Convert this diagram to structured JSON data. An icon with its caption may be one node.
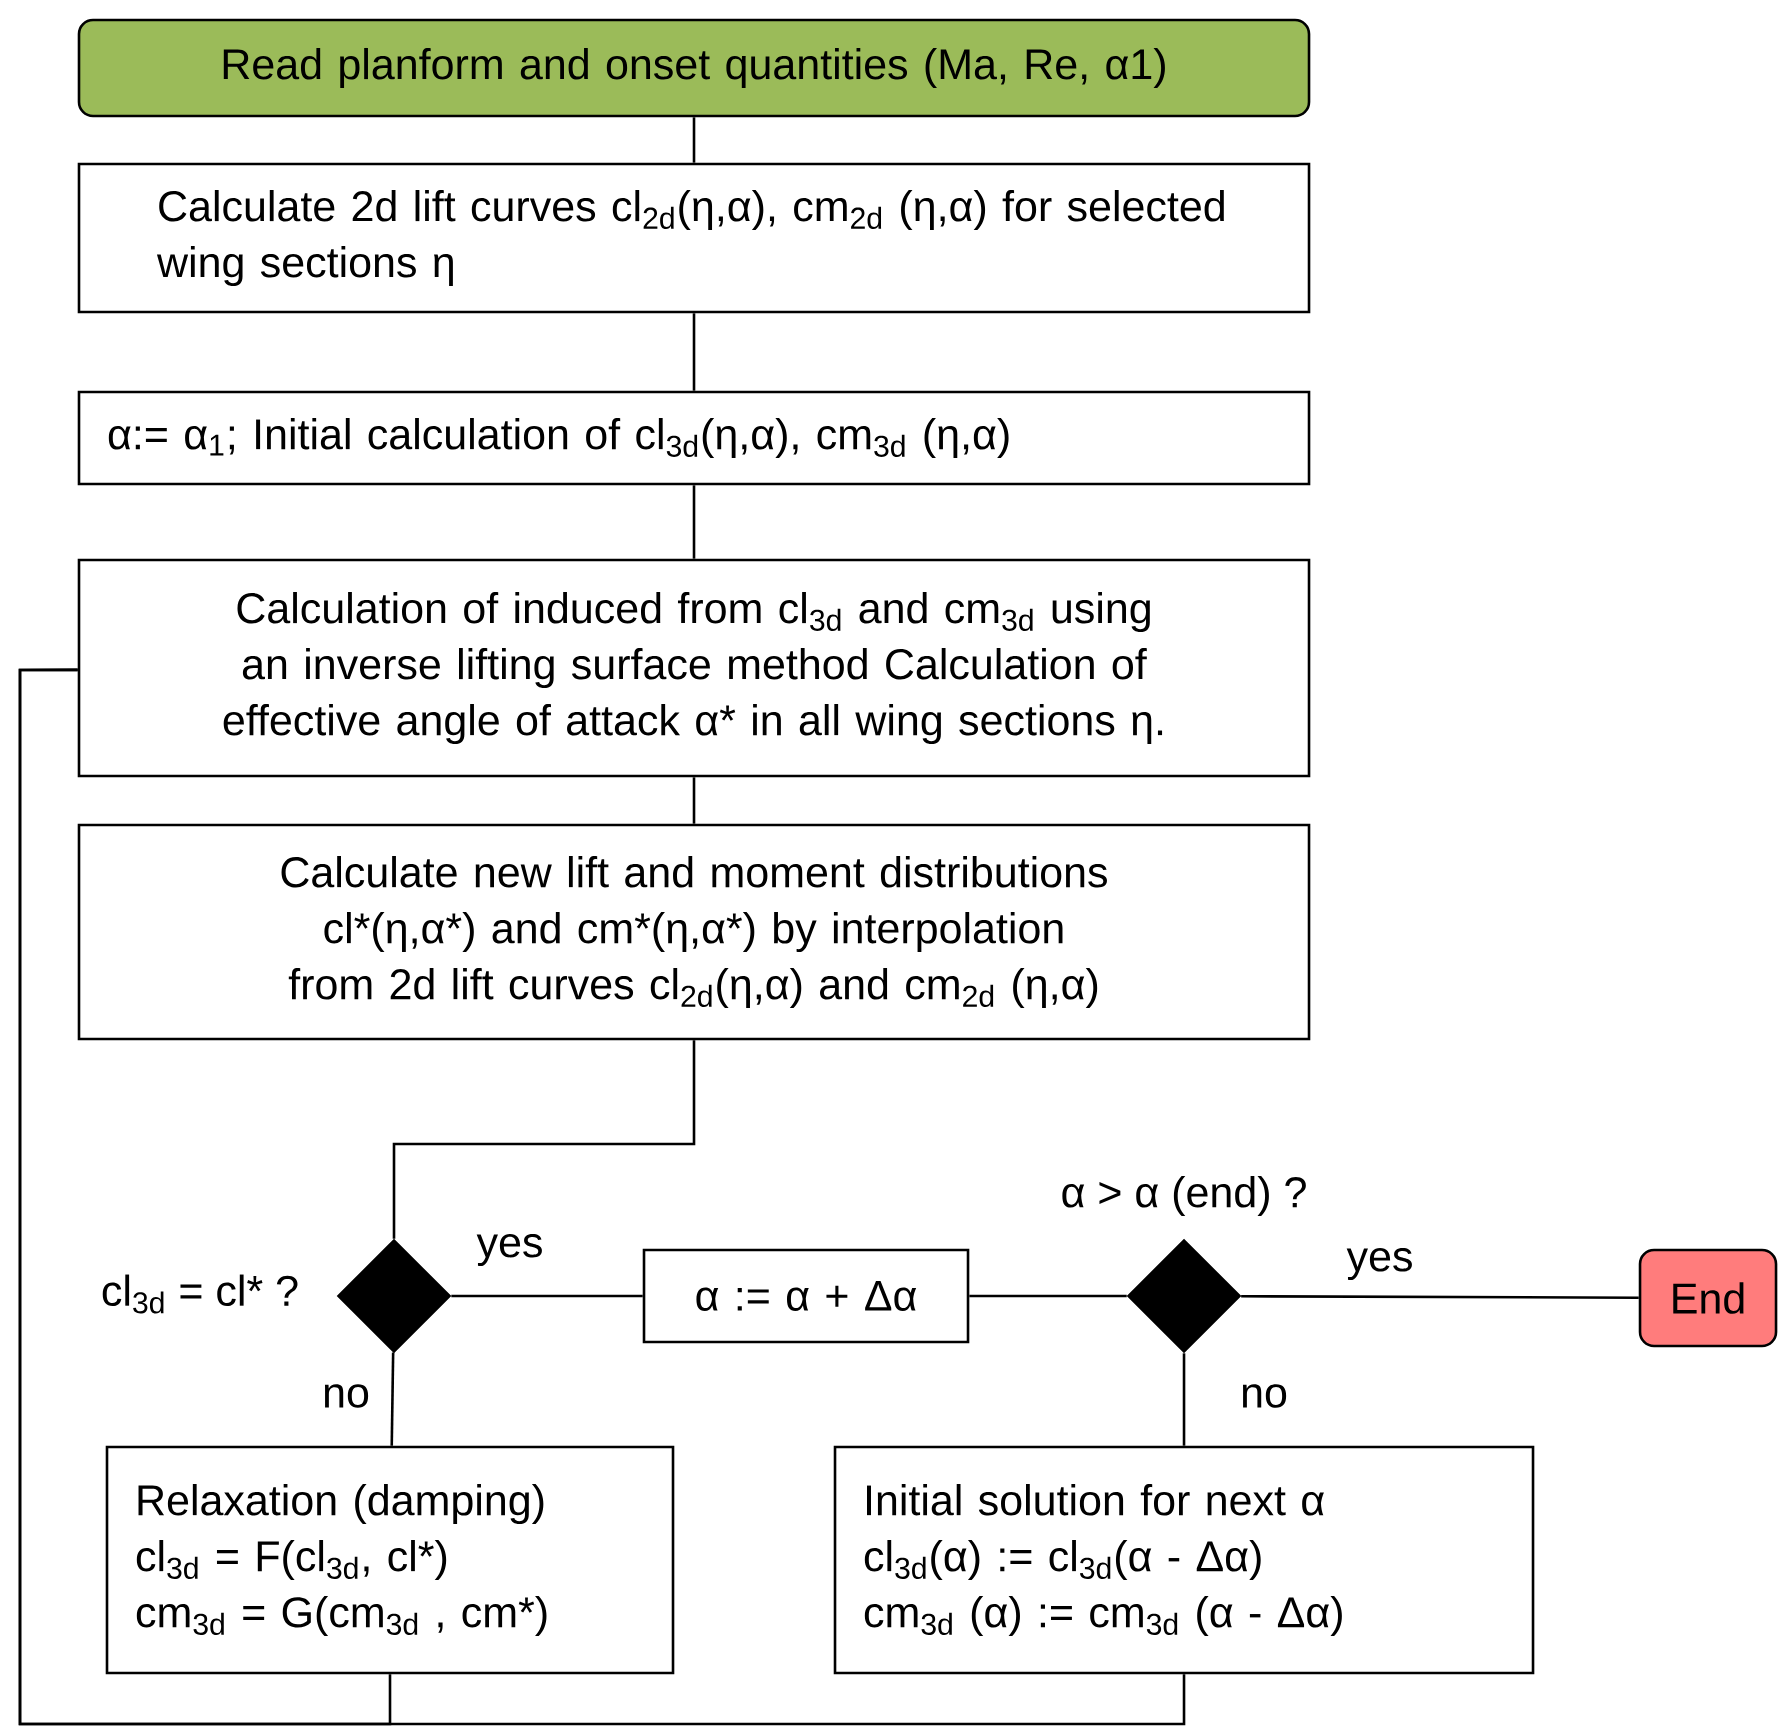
{
  "diagram": {
    "nodes": [
      {
        "text": [
          "Read planform and onset quantities (Ma, Re, α1)"
        ]
      },
      {
        "text": [
          "Calculate 2d lift curves cl$_{2d}$(η,α), cm$_{2d}$ (η,α) for selected wing sections η"
        ]
      },
      {
        "text": [
          "α:= α$_{1}$; Initial calculation of cl$_{3d}$(η,α), cm$_{3d}$ (η,α)"
        ]
      },
      {
        "text": [
          "Calculation of induced from cl$_{3d}$ and cm$_{3d}$ using an inverse lifting surface method Calculation of effective angle of attack α* in all wing sections η."
        ]
      },
      {
        "text": [
          "Calculate new lift and moment distributions cl*(η,α*) and cm*(η,α*) by interpolation from 2d lift curves cl$_{2d}$(η,α) and cm$_{2d}$ (η,α)"
        ]
      },
      {
        "text": [],
        "shape": "diamond",
        "beside": [
          "cl$_{3d}$ = cl* ?"
        ]
      },
      {
        "text": [
          "α := α + Δα"
        ]
      },
      {
        "text": [],
        "shape": "diamond",
        "beside": [
          "α > α (end) ?"
        ]
      },
      {
        "text": [
          "End"
        ]
      },
      {
        "text": [
          "Relaxation (damping)",
          "cl$_{3d}$ = F(cl$_{3d}$, cl*)",
          "cm$_{3d}$ = G(cm$_{3d}$ , cm*)"
        ]
      },
      {
        "text": [
          "Initial solution for next α",
          "cl$_{3d}$(α) := cl$_{3d}$(α - Δα)",
          "cm$_{3d}$ (α) := cm$_{3d}$ (α - Δα)"
        ]
      }
    ],
    "edges": [
      {
        "from": 0,
        "to": 1,
        "arrow": "none"
      },
      {
        "from": 1,
        "to": 2,
        "arrow": "none"
      },
      {
        "from": 2,
        "to": 3,
        "arrow": "none"
      },
      {
        "from": 3,
        "to": 4,
        "arrow": "none"
      },
      {
        "from": 4,
        "to": 5,
        "arrow": "none"
      },
      {
        "from": 5,
        "to": 6,
        "arrow": "none",
        "label": "yes"
      },
      {
        "from": 6,
        "to": 7,
        "arrow": "none"
      },
      {
        "from": 7,
        "to": 8,
        "arrow": "none",
        "label": "yes"
      },
      {
        "from": 5,
        "to": 9,
        "arrow": "none",
        "label": "no"
      },
      {
        "from": 7,
        "to": 10,
        "arrow": "none",
        "label": "no"
      },
      {
        "from": 9,
        "to": 3,
        "arrow": "none"
      },
      {
        "from": 10,
        "to": 3,
        "arrow": "none"
      }
    ]
  }
}
